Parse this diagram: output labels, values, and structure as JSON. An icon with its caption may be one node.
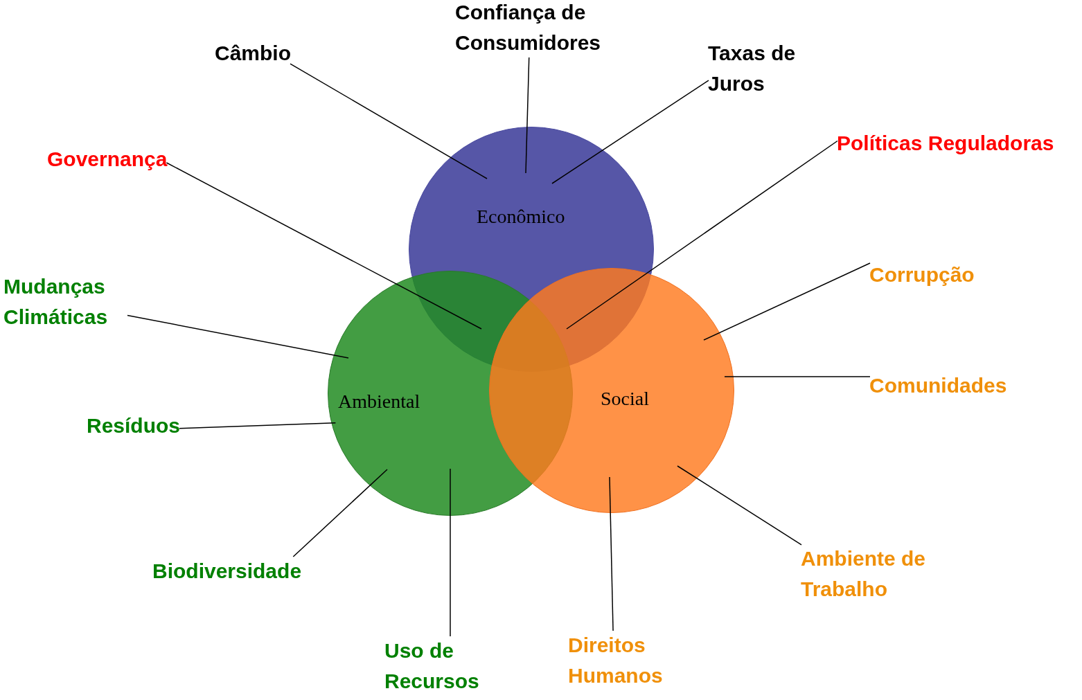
{
  "diagram": {
    "nodes": [
      {
        "text": [
          "Confiança de Consumidores"
        ]
      },
      {
        "text": [
          "Câmbio"
        ]
      },
      {
        "text": [
          "Taxas de Juros"
        ]
      },
      {
        "text": [
          "Políticas Reguladoras"
        ]
      },
      {
        "text": [
          "Governança"
        ]
      },
      {
        "text": [
          "Econômico"
        ]
      },
      {
        "text": [
          "Corrupção"
        ]
      },
      {
        "text": [
          "Mudanças Climáticas"
        ]
      },
      {
        "text": [
          "Ambiental"
        ]
      },
      {
        "text": [
          "Social"
        ]
      },
      {
        "text": [
          "Comunidades"
        ]
      },
      {
        "text": [
          "Resíduos"
        ]
      },
      {
        "text": [
          "Ambiente de Trabalho"
        ]
      },
      {
        "text": [
          "Biodiversidade"
        ]
      },
      {
        "text": [
          "Direitos Humanos"
        ]
      },
      {
        "text": [
          "Uso de Recursos"
        ]
      }
    ],
    "edges": [
      {
        "from": 0,
        "to": 5,
        "arrow": "none"
      },
      {
        "from": 1,
        "to": 5,
        "arrow": "none"
      },
      {
        "from": 2,
        "to": 5,
        "arrow": "none"
      },
      {
        "from": 3,
        "to": 5,
        "arrow": "none"
      },
      {
        "from": 4,
        "to": 5,
        "arrow": "none"
      },
      {
        "from": 6,
        "to": 9,
        "arrow": "none"
      },
      {
        "from": 7,
        "to": 8,
        "arrow": "none"
      },
      {
        "from": 10,
        "to": 9,
        "arrow": "none"
      },
      {
        "from": 11,
        "to": 8,
        "arrow": "none"
      },
      {
        "from": 12,
        "to": 9,
        "arrow": "none"
      },
      {
        "from": 13,
        "to": 8,
        "arrow": "none"
      },
      {
        "from": 14,
        "to": 9,
        "arrow": "none"
      },
      {
        "from": 15,
        "to": 8,
        "arrow": "none"
      }
    ]
  }
}
